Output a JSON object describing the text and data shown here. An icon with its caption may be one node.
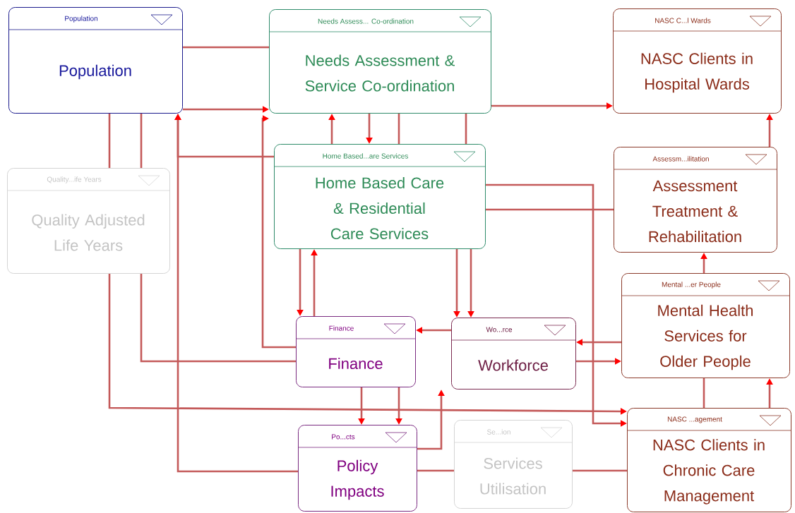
{
  "diagram": {
    "nodes": [
      {
        "text": [
          "Population",
          "Population"
        ]
      },
      {
        "text": [
          "Needs Assess... Co-ordination",
          "Needs Assessment & Service Co-ordination"
        ]
      },
      {
        "text": [
          "NASC C...l Wards",
          "NASC Clients in Hospital Wards"
        ]
      },
      {
        "text": [
          "Quality...ife Years",
          "Quality Adjusted Life Years"
        ]
      },
      {
        "text": [
          "Home Based...are Services",
          "Home Based Care & Residential Care Services"
        ]
      },
      {
        "text": [
          "Assessm...ilitation",
          "Assessment Treatment & Rehabilitation"
        ]
      },
      {
        "text": [
          "Mental ...er People",
          "Mental Health Services for Older People"
        ]
      },
      {
        "text": [
          "Finance",
          "Finance"
        ]
      },
      {
        "text": [
          "Wo...rce",
          "Workforce"
        ]
      },
      {
        "text": [
          "Po...cts",
          "Policy Impacts"
        ]
      },
      {
        "text": [
          "Se...ion",
          "Services Utilisation"
        ]
      },
      {
        "text": [
          "NASC ...agement",
          "NASC Clients in Chronic Care Management"
        ]
      }
    ],
    "edges": [
      {
        "from": 0,
        "to": 1,
        "arrow": "none"
      },
      {
        "from": 0,
        "to": 1,
        "arrow": "to"
      },
      {
        "from": 0,
        "to": 3,
        "arrow": "none"
      },
      {
        "from": 0,
        "to": 3,
        "arrow": "none"
      },
      {
        "from": 9,
        "to": 0,
        "arrow": "to"
      },
      {
        "from": 4,
        "to": 0,
        "arrow": "to"
      },
      {
        "from": 7,
        "to": 1,
        "arrow": "to"
      },
      {
        "from": 4,
        "to": 1,
        "arrow": "to"
      },
      {
        "from": 1,
        "to": 4,
        "arrow": "to"
      },
      {
        "from": 1,
        "to": 2,
        "arrow": "to"
      },
      {
        "from": 1,
        "to": 4,
        "arrow": "none"
      },
      {
        "from": 1,
        "to": 4,
        "arrow": "none"
      },
      {
        "from": 4,
        "to": 5,
        "arrow": "none"
      },
      {
        "from": 5,
        "to": 2,
        "arrow": "to"
      },
      {
        "from": 6,
        "to": 5,
        "arrow": "to"
      },
      {
        "from": 11,
        "to": 6,
        "arrow": "to"
      },
      {
        "from": 6,
        "to": 11,
        "arrow": "none"
      },
      {
        "from": 4,
        "to": 7,
        "arrow": "to"
      },
      {
        "from": 7,
        "to": 4,
        "arrow": "to"
      },
      {
        "from": 4,
        "to": 8,
        "arrow": "to"
      },
      {
        "from": 4,
        "to": 8,
        "arrow": "to"
      },
      {
        "from": 8,
        "to": 7,
        "arrow": "to"
      },
      {
        "from": 6,
        "to": 8,
        "arrow": "to"
      },
      {
        "from": 8,
        "to": 6,
        "arrow": "to"
      },
      {
        "from": 3,
        "to": 7,
        "arrow": "none"
      },
      {
        "from": 3,
        "to": 11,
        "arrow": "to"
      },
      {
        "from": 7,
        "to": 9,
        "arrow": "to"
      },
      {
        "from": 7,
        "to": 9,
        "arrow": "to"
      },
      {
        "from": 9,
        "to": 8,
        "arrow": "to"
      },
      {
        "from": 9,
        "to": 10,
        "arrow": "none"
      },
      {
        "from": 10,
        "to": 11,
        "arrow": "none"
      },
      {
        "from": 4,
        "to": 11,
        "arrow": "to"
      }
    ]
  }
}
